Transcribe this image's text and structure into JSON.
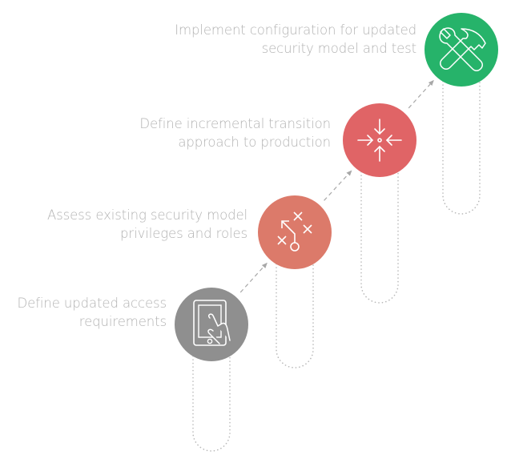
{
  "diagram": {
    "title": "",
    "steps": [
      {
        "order": 1,
        "label_lines": [
          "Define updated access",
          "requirements"
        ],
        "icon": "tablet-touch-icon",
        "color": "#8f8f8f"
      },
      {
        "order": 2,
        "label_lines": [
          "Assess existing security model",
          "privileges and roles"
        ],
        "icon": "strategy-play-icon",
        "color": "#dc7a6a"
      },
      {
        "order": 3,
        "label_lines": [
          "Define incremental transition",
          "approach to production"
        ],
        "icon": "converge-arrows-icon",
        "color": "#e06466"
      },
      {
        "order": 4,
        "label_lines": [
          "Implement configuration for updated",
          "security model and test"
        ],
        "icon": "wrench-hammer-icon",
        "color": "#26b36a"
      }
    ],
    "connector_style": "dashed-arrow",
    "pill_color": "#b8b8b8",
    "text_color": "#b3b3b3"
  }
}
